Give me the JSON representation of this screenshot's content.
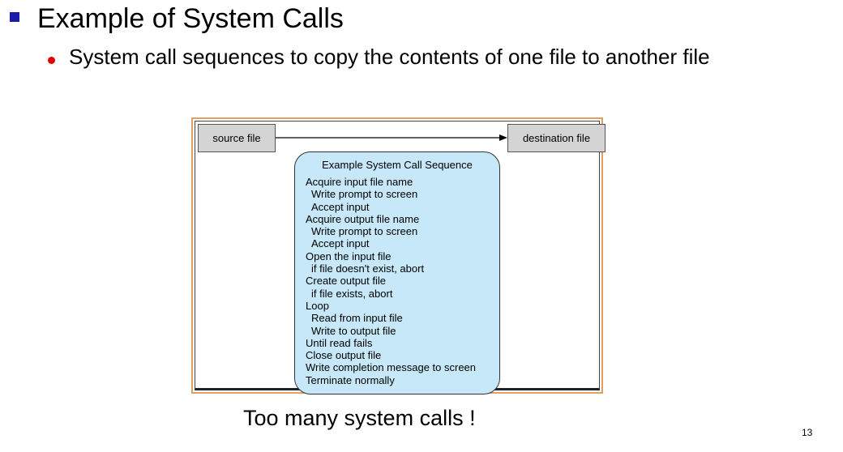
{
  "slide": {
    "title": "Example of System Calls",
    "bullet": "System call sequences to copy the contents of one file to another file",
    "caption": "Too many system calls !",
    "page_number": "13"
  },
  "figure": {
    "source_label": "source file",
    "destination_label": "destination  file",
    "sequence_title": "Example System Call Sequence",
    "steps": [
      {
        "text": "Acquire input file name",
        "indent": false
      },
      {
        "text": "Write prompt to screen",
        "indent": true
      },
      {
        "text": "Accept input",
        "indent": true
      },
      {
        "text": "Acquire output file name",
        "indent": false
      },
      {
        "text": "Write prompt to screen",
        "indent": true
      },
      {
        "text": "Accept input",
        "indent": true
      },
      {
        "text": "Open the input file",
        "indent": false
      },
      {
        "text": "if file doesn't exist, abort",
        "indent": true
      },
      {
        "text": "Create output file",
        "indent": false
      },
      {
        "text": "if file exists, abort",
        "indent": true
      },
      {
        "text": "Loop",
        "indent": false
      },
      {
        "text": "Read from input file",
        "indent": true
      },
      {
        "text": "Write to output file",
        "indent": true
      },
      {
        "text": "Until read fails",
        "indent": false
      },
      {
        "text": "Close output file",
        "indent": false
      },
      {
        "text": "Write completion message to screen",
        "indent": false
      },
      {
        "text": "Terminate normally",
        "indent": false
      }
    ]
  },
  "icons": {
    "title_bullet": "square-bullet-icon",
    "sub_bullet": "round-bullet-icon",
    "arrow": "right-arrow-icon"
  },
  "colors": {
    "title_bullet": "#1a1aa6",
    "sub_bullet": "#e00000",
    "figure_border": "#e0a060",
    "sequence_box": "#c6e8f8",
    "file_box": "#d4d4d4"
  }
}
